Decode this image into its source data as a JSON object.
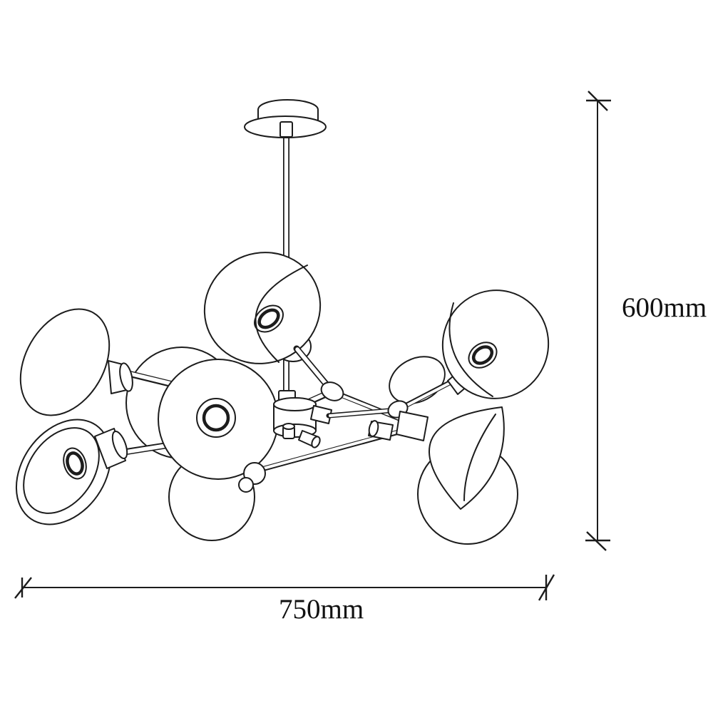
{
  "page": {
    "background": "#ffffff",
    "ink": "#1c1c1c"
  },
  "drawing": {
    "kind": "technical line drawing",
    "subject": "sputnik chandelier with nine dome lamp shades, ceiling canopy and straight down-rod",
    "shade_count": 9
  },
  "dimensions": {
    "height": {
      "label": "600mm",
      "orientation": "vertical"
    },
    "width": {
      "label": "750mm",
      "orientation": "horizontal"
    }
  }
}
